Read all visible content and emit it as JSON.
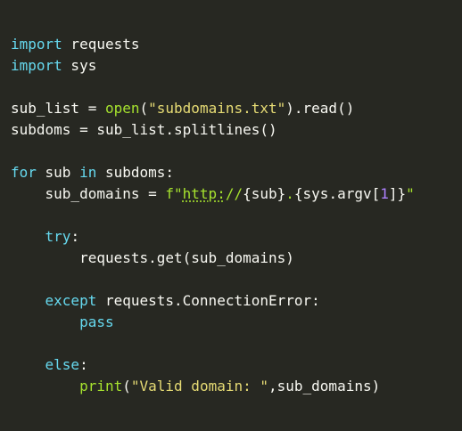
{
  "code": {
    "l1": {
      "kw": "import",
      "rest": " requests"
    },
    "l2": {
      "kw": "import",
      "rest": " sys"
    },
    "l4": {
      "a": "sub_list = ",
      "fn": "open",
      "b": "(",
      "str": "\"subdomains.txt\"",
      "c": ").read()"
    },
    "l5": {
      "a": "subdoms = sub_list.splitlines()"
    },
    "l7": {
      "kw1": "for",
      "a": " sub ",
      "kw2": "in",
      "b": " subdoms:"
    },
    "l8": {
      "indent": "    ",
      "a": "sub_domains = ",
      "s1": "f\"",
      "s2": "http:",
      "s3": "//",
      "b": "{sub}",
      "s4": ".",
      "c": "{sys.argv[",
      "num": "1",
      "d": "]}",
      "s5": "\""
    },
    "l10": {
      "indent": "    ",
      "kw": "try",
      "a": ":"
    },
    "l11": {
      "indent": "        ",
      "a": "requests.get(sub_domains)"
    },
    "l13": {
      "indent": "    ",
      "kw": "except",
      "a": " requests.ConnectionError:"
    },
    "l14": {
      "indent": "        ",
      "kw": "pass"
    },
    "l16": {
      "indent": "    ",
      "kw": "else",
      "a": ":"
    },
    "l17": {
      "indent": "        ",
      "fn": "print",
      "a": "(",
      "str": "\"Valid domain: \"",
      "b": ",sub_domains)"
    }
  }
}
